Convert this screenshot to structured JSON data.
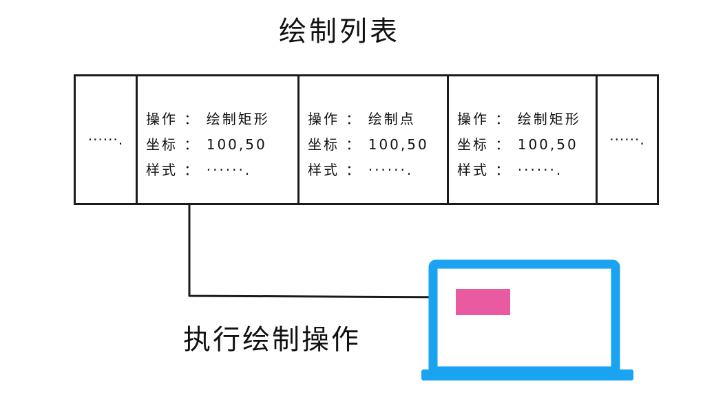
{
  "title": "绘制列表",
  "list": {
    "leading_ellipsis": "······.",
    "trailing_ellipsis": "······.",
    "cells": [
      {
        "op_label": "操作",
        "op_value": "绘制矩形",
        "coord_label": "坐标",
        "coord_value": "100,50",
        "style_label": "样式",
        "style_value": "······."
      },
      {
        "op_label": "操作",
        "op_value": "绘制点",
        "coord_label": "坐标",
        "coord_value": "100,50",
        "style_label": "样式",
        "style_value": "······."
      },
      {
        "op_label": "操作",
        "op_value": "绘制矩形",
        "coord_label": "坐标",
        "coord_value": "100,50",
        "style_label": "样式",
        "style_value": "······."
      }
    ],
    "separator": "："
  },
  "caption": "执行绘制操作",
  "colors": {
    "screen_frame": "#1aa3f0",
    "drawn_rect": "#ea5aa0",
    "ink": "#1a1a1a"
  }
}
